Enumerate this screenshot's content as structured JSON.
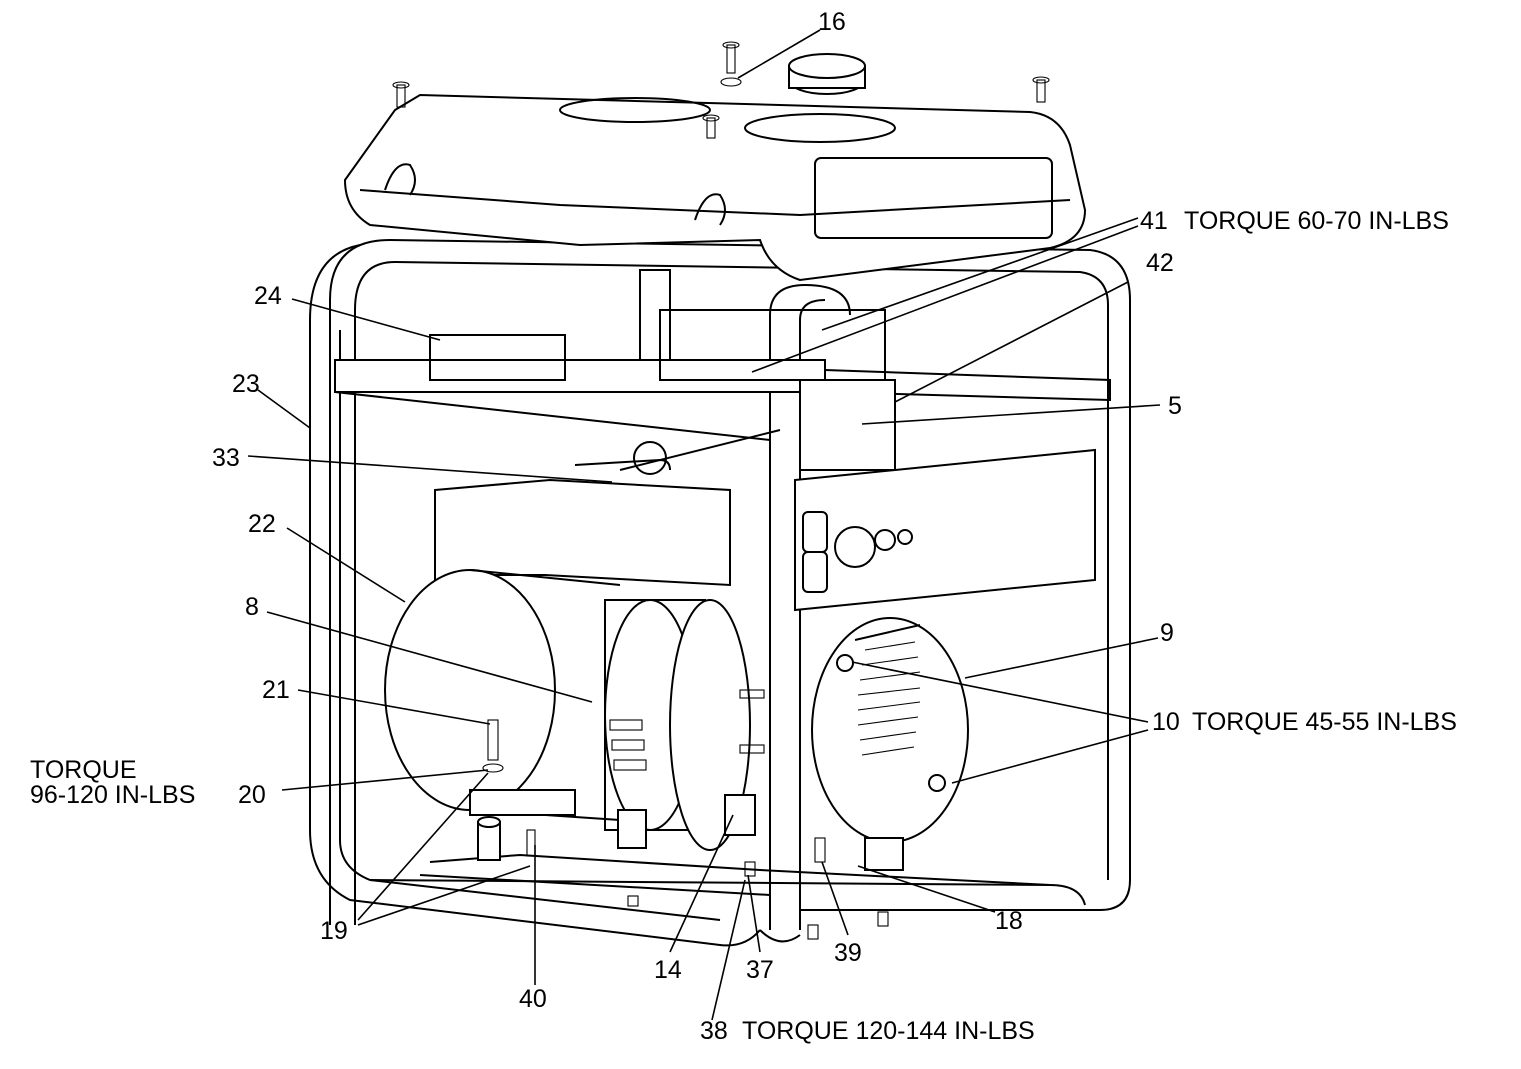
{
  "callouts": {
    "c16": "16",
    "c41": "41",
    "c42": "42",
    "c24": "24",
    "c23": "23",
    "c5": "5",
    "c33": "33",
    "c22": "22",
    "c8": "8",
    "c9": "9",
    "c21": "21",
    "c10": "10",
    "c20": "20",
    "c19": "19",
    "c40": "40",
    "c14": "14",
    "c37": "37",
    "c38": "38",
    "c39": "39",
    "c18": "18"
  },
  "torque": {
    "t41": "TORQUE 60-70 IN-LBS",
    "t10": "TORQUE 45-55 IN-LBS",
    "t20_line1": "TORQUE",
    "t20_line2": "96-120 IN-LBS",
    "t38": "TORQUE 120-144 IN-LBS"
  }
}
